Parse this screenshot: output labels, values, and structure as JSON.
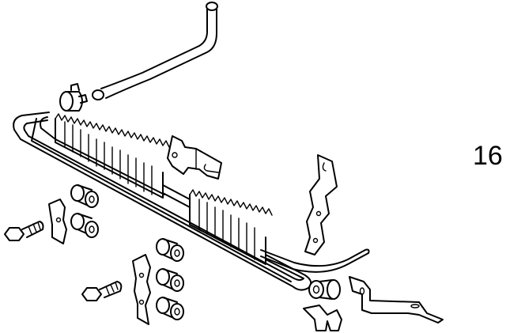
{
  "diagram": {
    "type": "exploded-parts-illustration",
    "background": "#ffffff",
    "line_color": "#000000",
    "callout_number": "16",
    "parts": [
      {
        "name": "hose",
        "count": 1
      },
      {
        "name": "hose-clamp",
        "count": 1
      },
      {
        "name": "oil-cooler-tube-assembly",
        "count": 1
      },
      {
        "name": "upper-mounting-bracket",
        "count": 1
      },
      {
        "name": "vertical-support-bracket",
        "count": 1
      },
      {
        "name": "flange-bolt",
        "count": 2
      },
      {
        "name": "tube-clamp",
        "count": 2
      },
      {
        "name": "rubber-grommet-bushing",
        "count": 6
      },
      {
        "name": "lower-clip",
        "count": 1
      },
      {
        "name": "lower-support-bracket",
        "count": 1
      }
    ]
  }
}
